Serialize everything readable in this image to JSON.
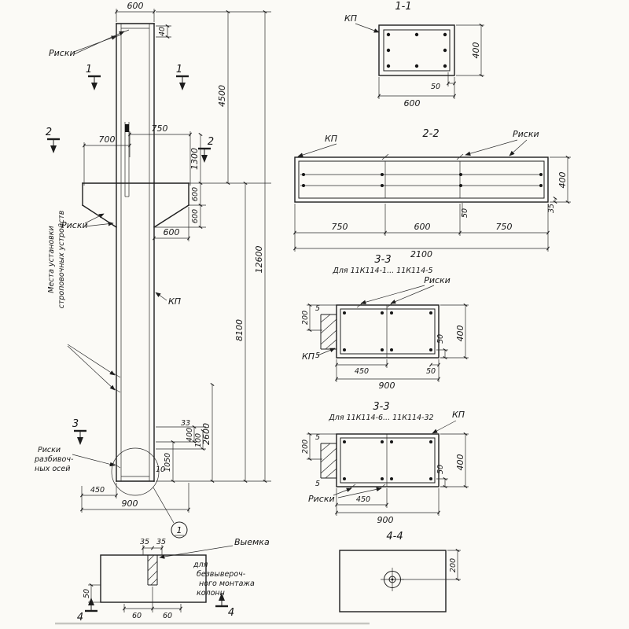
{
  "colors": {
    "ink": "#1d1d1d",
    "paper": "#fbfaf6"
  },
  "elevation": {
    "dim_600_top": "600",
    "dim_40": "40",
    "dim_4500": "4500",
    "dim_8100": "8100",
    "dim_12600": "12600",
    "dim_750": "750",
    "dim_700": "700",
    "dim_1300": "1300",
    "dim_600_a": "600",
    "dim_600_b": "600",
    "dim_600_c": "600",
    "dim_33": "33",
    "dim_400": "400",
    "dim_100": "100",
    "dim_2600": "2600",
    "dim_1050": "1050",
    "dim_10": "10",
    "dim_450": "450",
    "dim_900": "900",
    "label_riski_top": "Риски",
    "label_riski_console": "Риски",
    "label_kp": "КП",
    "label_mesta_1": "Места установки",
    "label_mesta_2": "строповочных устройств",
    "label_riski_axes_1": "Риски",
    "label_riski_axes_2": "разбивоч-",
    "label_riski_axes_3": "ных осей",
    "mark_1_left": "1",
    "mark_1_right": "1",
    "mark_2_left": "2",
    "mark_2_right": "2",
    "mark_3_left": "3",
    "detail_ref": "1"
  },
  "section_1_1": {
    "title": "1-1",
    "label_kp": "КП",
    "dim_400": "400",
    "dim_50": "50",
    "dim_600": "600"
  },
  "section_2_2": {
    "title": "2-2",
    "label_kp": "КП",
    "label_riski": "Риски",
    "dim_400": "400",
    "dim_35": "35",
    "dim_50": "50",
    "dim_750_l": "750",
    "dim_600": "600",
    "dim_750_r": "750",
    "dim_2100": "2100"
  },
  "section_3_3_a": {
    "title": "3-3",
    "subtitle": "Для 11К114-1... 11К114-5",
    "label_riski": "Риски",
    "label_kp": "КП",
    "dim_200": "200",
    "dim_5_top": "5",
    "dim_5_bot": "5",
    "dim_50_right": "50",
    "dim_400": "400",
    "dim_450": "450",
    "dim_50_bot": "50",
    "dim_900": "900"
  },
  "section_3_3_b": {
    "title": "3-3",
    "subtitle": "Для 11К114-6... 11К114-32",
    "label_kp": "КП",
    "label_riski": "Риски",
    "dim_200": "200",
    "dim_5_top": "5",
    "dim_5_bot": "5",
    "dim_50_right": "50",
    "dim_400": "400",
    "dim_450": "450",
    "dim_900": "900"
  },
  "section_4_4": {
    "title": "4-4",
    "dim_200": "200"
  },
  "detail_1": {
    "label_vyemka": "Выемка",
    "note_1": "для",
    "note_2": "безвывероч-",
    "note_3": "ного монтажа",
    "note_4": "колонн",
    "dim_35_l": "35",
    "dim_35_r": "35",
    "dim_60_l": "60",
    "dim_60_r": "60",
    "dim_50": "50",
    "mark_4_left": "4",
    "mark_4_right": "4"
  }
}
